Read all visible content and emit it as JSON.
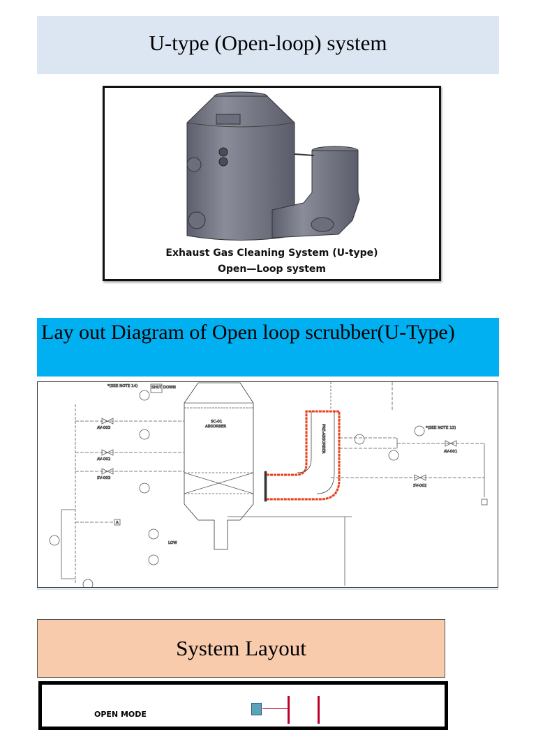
{
  "slide1": {
    "title": "U-type (Open-loop) system",
    "image_caption_line1": "Exhaust Gas Cleaning System (U-type)",
    "image_caption_line2": "Open—Loop system"
  },
  "slide2": {
    "title": "Lay out Diagram of Open loop scrubber(U-Type)",
    "diagram_labels": {
      "absorber": "SC-01",
      "absorber_name": "ABSORBER",
      "pre_absorber": "PRE-ABSORBER",
      "valve_1": "AV-003",
      "valve_2": "AV-002",
      "valve_3": "SV-003",
      "valve_4": "AV-001",
      "valve_5": "SV-002",
      "shutdown": "SHUT DOWN",
      "note_1": "*(SEE NOTE 14)",
      "note_2": "*(SEE NOTE 13)",
      "connector": "A",
      "low": "LOW"
    },
    "pipe_highlight_color": "#e8401c"
  },
  "slide3": {
    "title": "System Layout",
    "mode_label": "OPEN MODE"
  },
  "colors": {
    "slide1_title_bg": "#dce6f2",
    "slide2_title_bg": "#00b0f0",
    "slide3_title_bg": "#f8cbad"
  }
}
